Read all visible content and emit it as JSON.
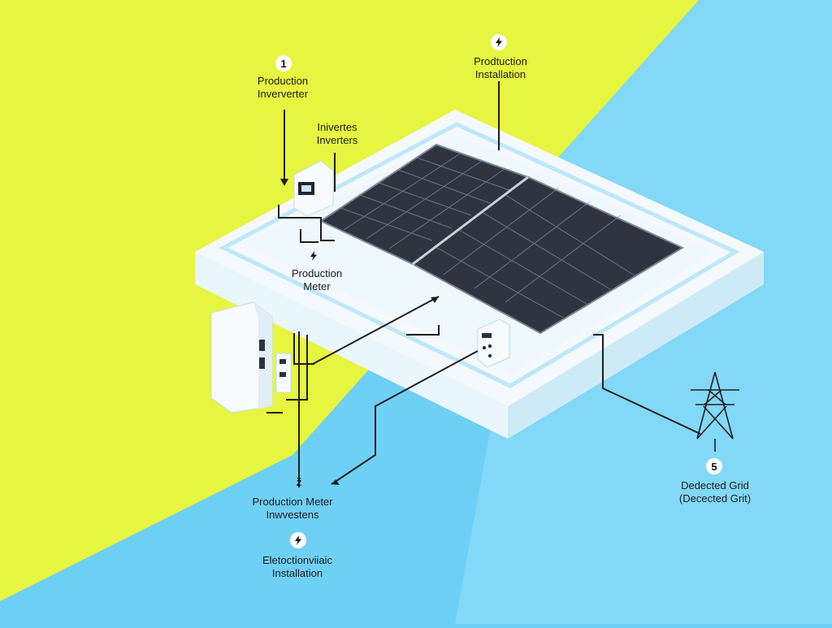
{
  "colors": {
    "lime": "#e6f53f",
    "sky": "#6fd0f5",
    "sky_light": "#8fddf8",
    "platform_white": "#f4f9fd",
    "platform_edge": "#bde8f8",
    "panel_dark": "#2f3540",
    "panel_grid": "#8a94a3",
    "line_dark": "#1e1e1e"
  },
  "icons": {
    "bolt": "lightning-bolt-icon",
    "tower": "transmission-tower-icon"
  },
  "labels": {
    "top_left": {
      "number": "1",
      "line1": "Production",
      "line2": "Inververter"
    },
    "inverters": {
      "line1": "Inivertes",
      "line2": "Inverters"
    },
    "top_center": {
      "line1": "Prodtuction",
      "line2": "Installation"
    },
    "production_meter": {
      "line1": "Production",
      "line2": "Meter"
    },
    "bottom_left": {
      "number": "ž",
      "line1": "Production Meter",
      "line2": "Inwvestens"
    },
    "bottom_installation": {
      "line1": "Eletoctionviiaic",
      "line2": "Installation"
    },
    "grid": {
      "number": "5",
      "line1": "Dedected Grid",
      "line2": "(Decected Grit)"
    }
  }
}
